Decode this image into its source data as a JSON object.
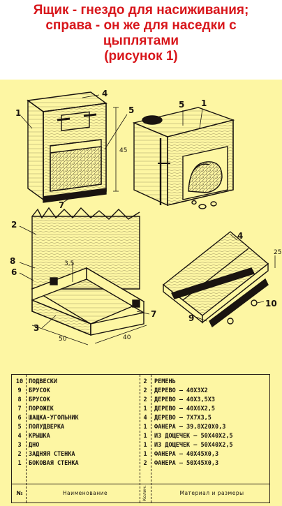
{
  "title": {
    "line1": "Ящик - гнездо для насиживания;",
    "line2": "справа - он же для наседки с",
    "line3": "цыплятами",
    "line4": "(рисунок 1)"
  },
  "colors": {
    "title": "#d8161b",
    "panel": "#fdf6a3",
    "ink": "#1a1410"
  },
  "figure_labels": {
    "n1a": "1",
    "n4a": "4",
    "n5a": "5",
    "n7a": "7",
    "d45": "45",
    "n5b": "5",
    "n1b": "1",
    "n2": "2",
    "n8": "8",
    "n6": "6",
    "n3": "3",
    "n7b": "7",
    "d35": "3,5",
    "d50": "50",
    "d40": "40",
    "n4b": "4",
    "d25": "25",
    "n10": "10",
    "n9": "9"
  },
  "table": {
    "rows": [
      {
        "no": "10",
        "name": "ПОДВЕСКИ",
        "qty": "2",
        "material": "РЕМЕНЬ"
      },
      {
        "no": "9",
        "name": "БРУСОК",
        "qty": "2",
        "material": "ДЕРЕВО — 40Х3Х2"
      },
      {
        "no": "8",
        "name": "БРУСОК",
        "qty": "2",
        "material": "ДЕРЕВО — 40Х3,5Х3"
      },
      {
        "no": "7",
        "name": "ПОРОЖЕК",
        "qty": "1",
        "material": "ДЕРЕВО — 40Х6Х2,5"
      },
      {
        "no": "6",
        "name": "ШАЩКА-УГОЛЬНИК",
        "qty": "4",
        "material": "ДЕРЕВО — 7Х7Х3,5"
      },
      {
        "no": "5",
        "name": "ПОЛУДВЕРКА",
        "qty": "1",
        "material": "ФАНЕРА — 39,8Х20Х0,3"
      },
      {
        "no": "4",
        "name": "КРЫШКА",
        "qty": "1",
        "material": "ИЗ ДОЩЕЧЕК — 50Х40Х2,5"
      },
      {
        "no": "3",
        "name": "ДНО",
        "qty": "1",
        "material": "ИЗ ДОЩЕЧЕК — 50Х40Х2,5"
      },
      {
        "no": "2",
        "name": "ЗАДНЯЯ СТЕНКА",
        "qty": "1",
        "material": "ФАНЕРА — 40Х45Х0,3"
      },
      {
        "no": "1",
        "name": "БОКОВАЯ СТЕНКА",
        "qty": "2",
        "material": "ФАНЕРА — 50Х45Х0,3"
      }
    ],
    "header": {
      "no": "№",
      "name": "Наименование",
      "qty": "Колич.",
      "material": "Материал и размеры"
    }
  }
}
